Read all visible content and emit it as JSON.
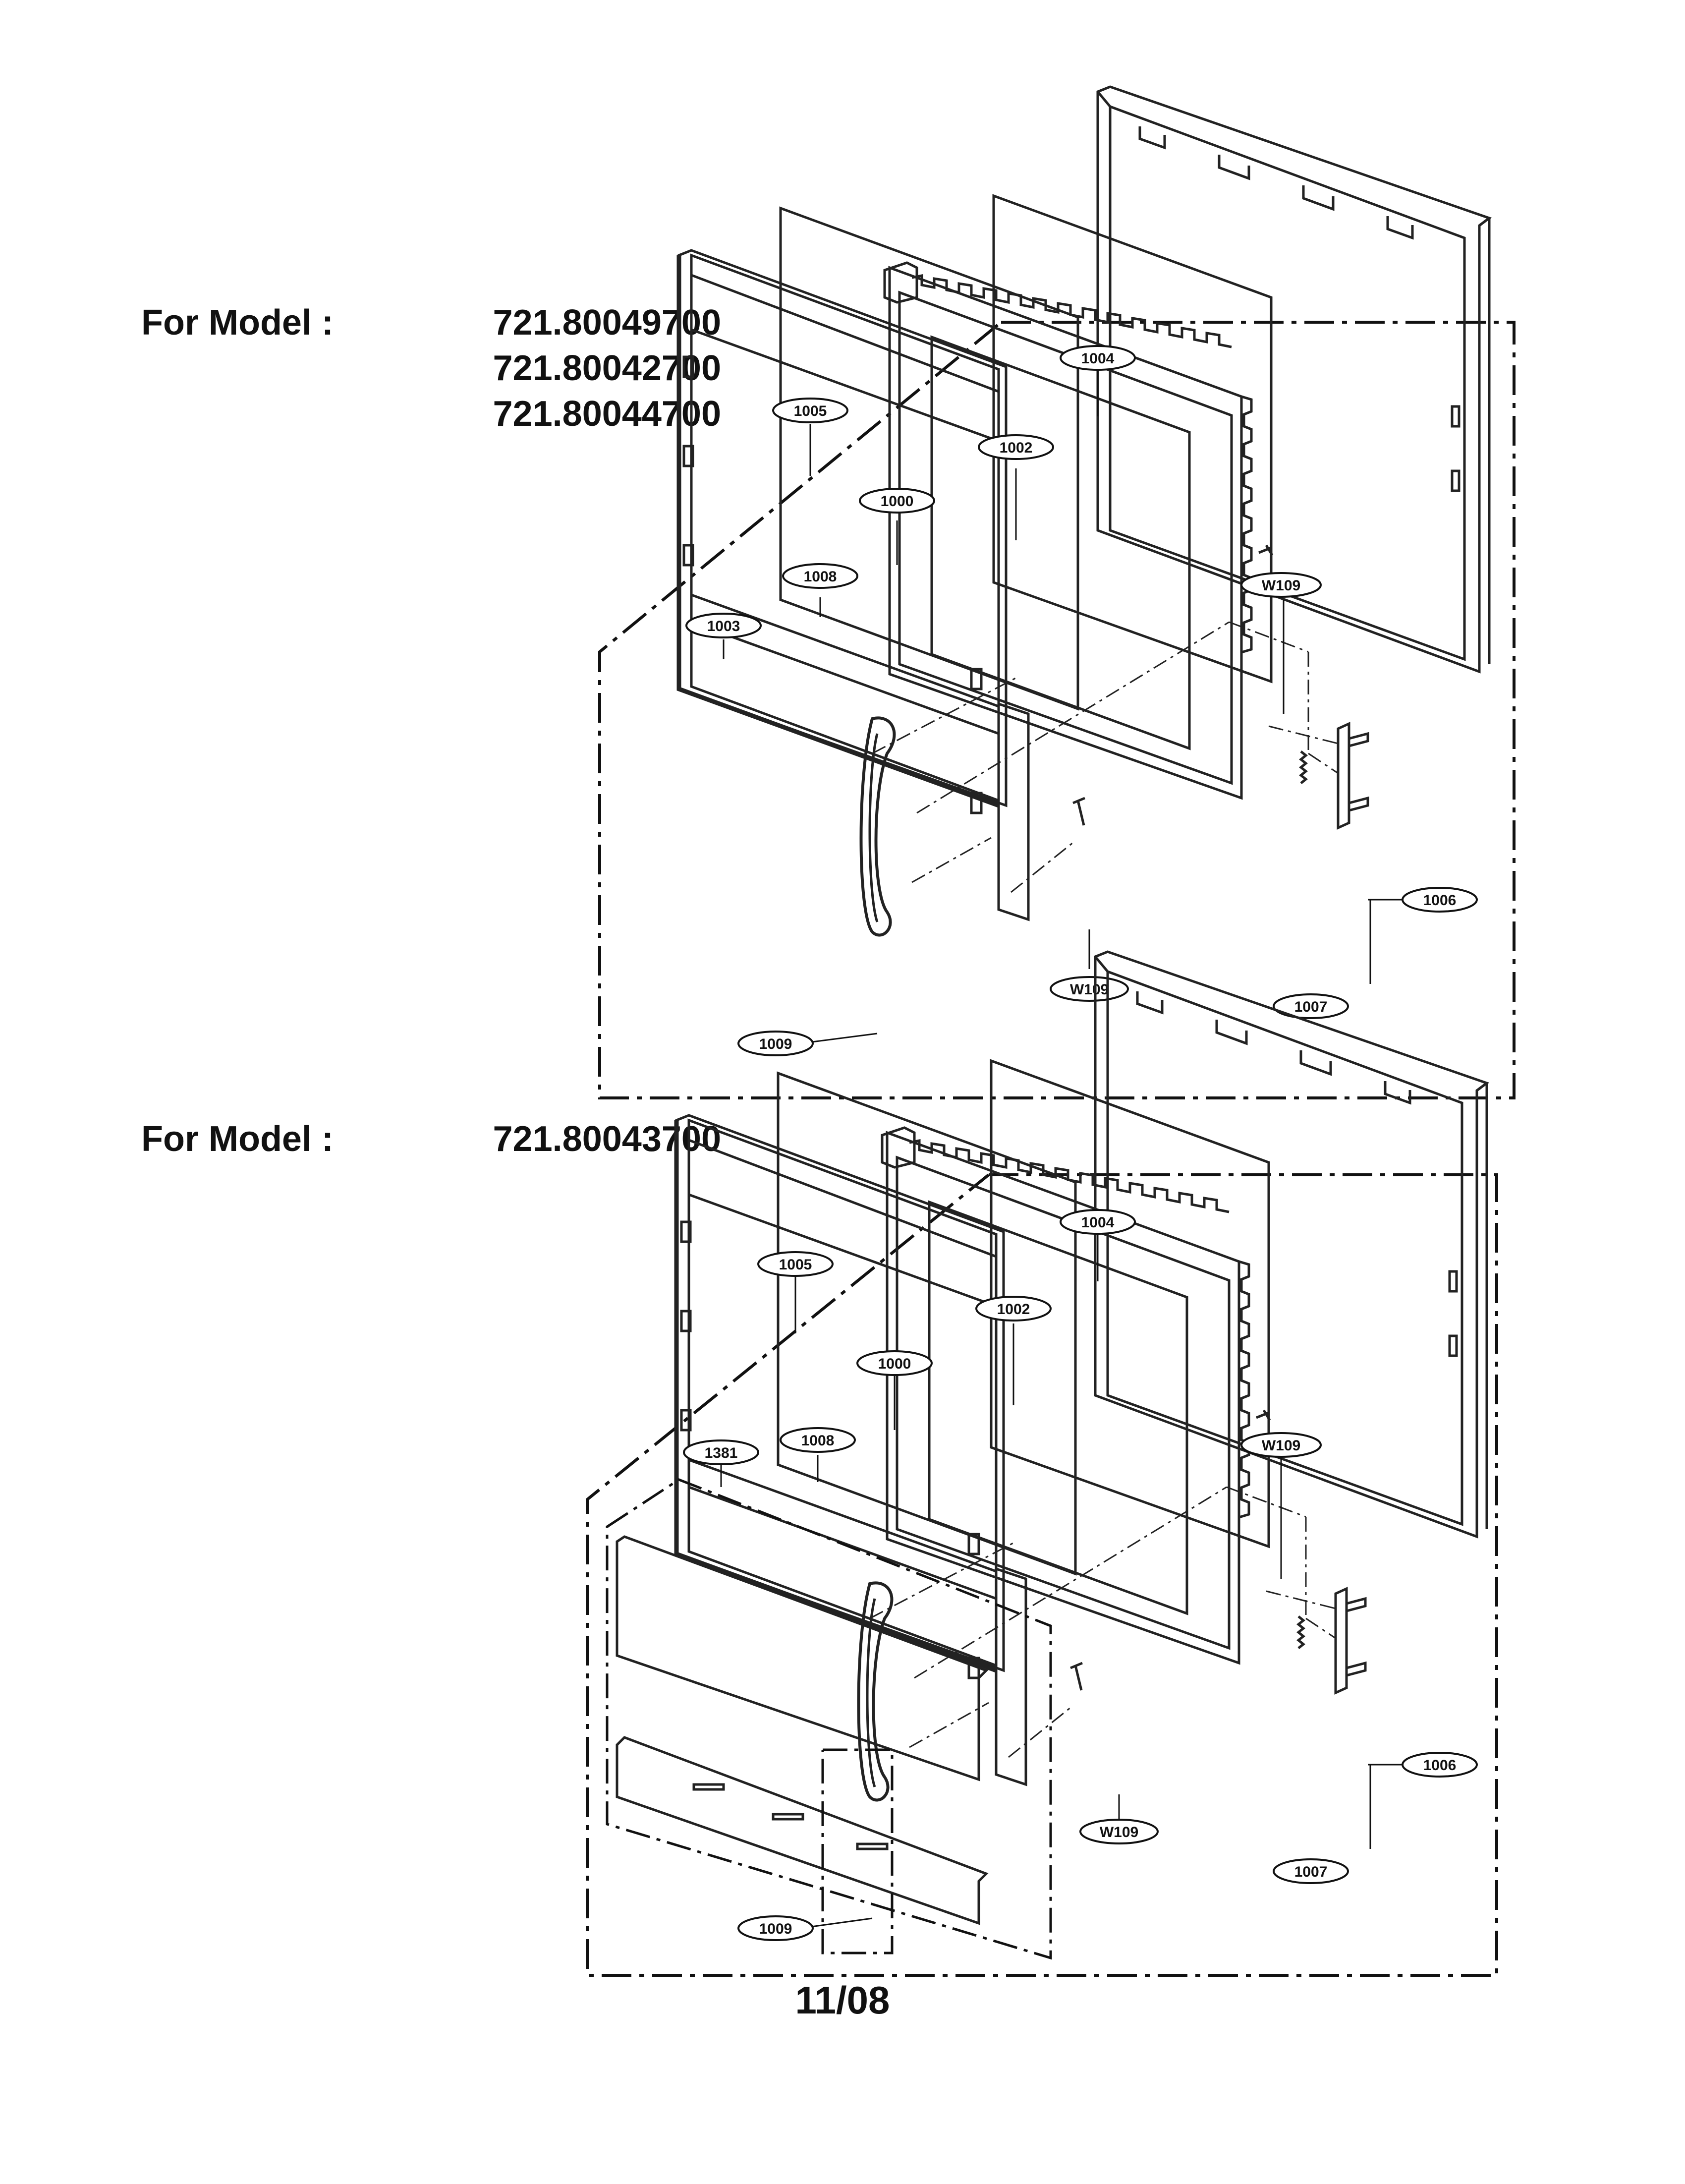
{
  "models_top": {
    "prefix": "For Model :",
    "numbers": [
      "721.80049700",
      "721.80042700",
      "721.80044700"
    ]
  },
  "models_bottom": {
    "prefix": "For Model :",
    "numbers": [
      "721.80043700"
    ]
  },
  "page_number": "11/08",
  "labels_top": {
    "l1004": "1004",
    "l1005": "1005",
    "l1002": "1002",
    "l1000": "1000",
    "l1008": "1008",
    "l1003": "1003",
    "lw109a": "W109",
    "lw109b": "W109",
    "l1006": "1006",
    "l1007": "1007",
    "l1009": "1009"
  },
  "labels_bottom": {
    "l1004": "1004",
    "l1005": "1005",
    "l1002": "1002",
    "l1000": "1000",
    "l1381": "1381",
    "l1008": "1008",
    "lw109a": "W109",
    "lw109b": "W109",
    "l1006": "1006",
    "l1007": "1007",
    "l1009": "1009"
  }
}
